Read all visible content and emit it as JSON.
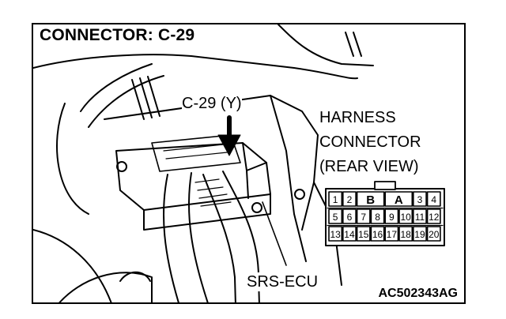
{
  "title": "CONNECTOR: C-29",
  "callouts": {
    "connector_id": "C-29 (Y)",
    "harness_line1": "HARNESS",
    "harness_line2": "CONNECTOR",
    "harness_line3": "(REAR VIEW)",
    "ecu": "SRS-ECU"
  },
  "figure_code": "AC502343AG",
  "connector_diagram": {
    "key_labels": [
      "B",
      "A"
    ],
    "row1": [
      "1",
      "2",
      "",
      "",
      "",
      "",
      "3",
      "4"
    ],
    "row2": [
      "5",
      "6",
      "7",
      "8",
      "9",
      "10",
      "11",
      "12"
    ],
    "row3": [
      "13",
      "14",
      "15",
      "16",
      "17",
      "18",
      "19",
      "20"
    ]
  },
  "colors": {
    "ink": "#000000",
    "paper": "#ffffff"
  }
}
